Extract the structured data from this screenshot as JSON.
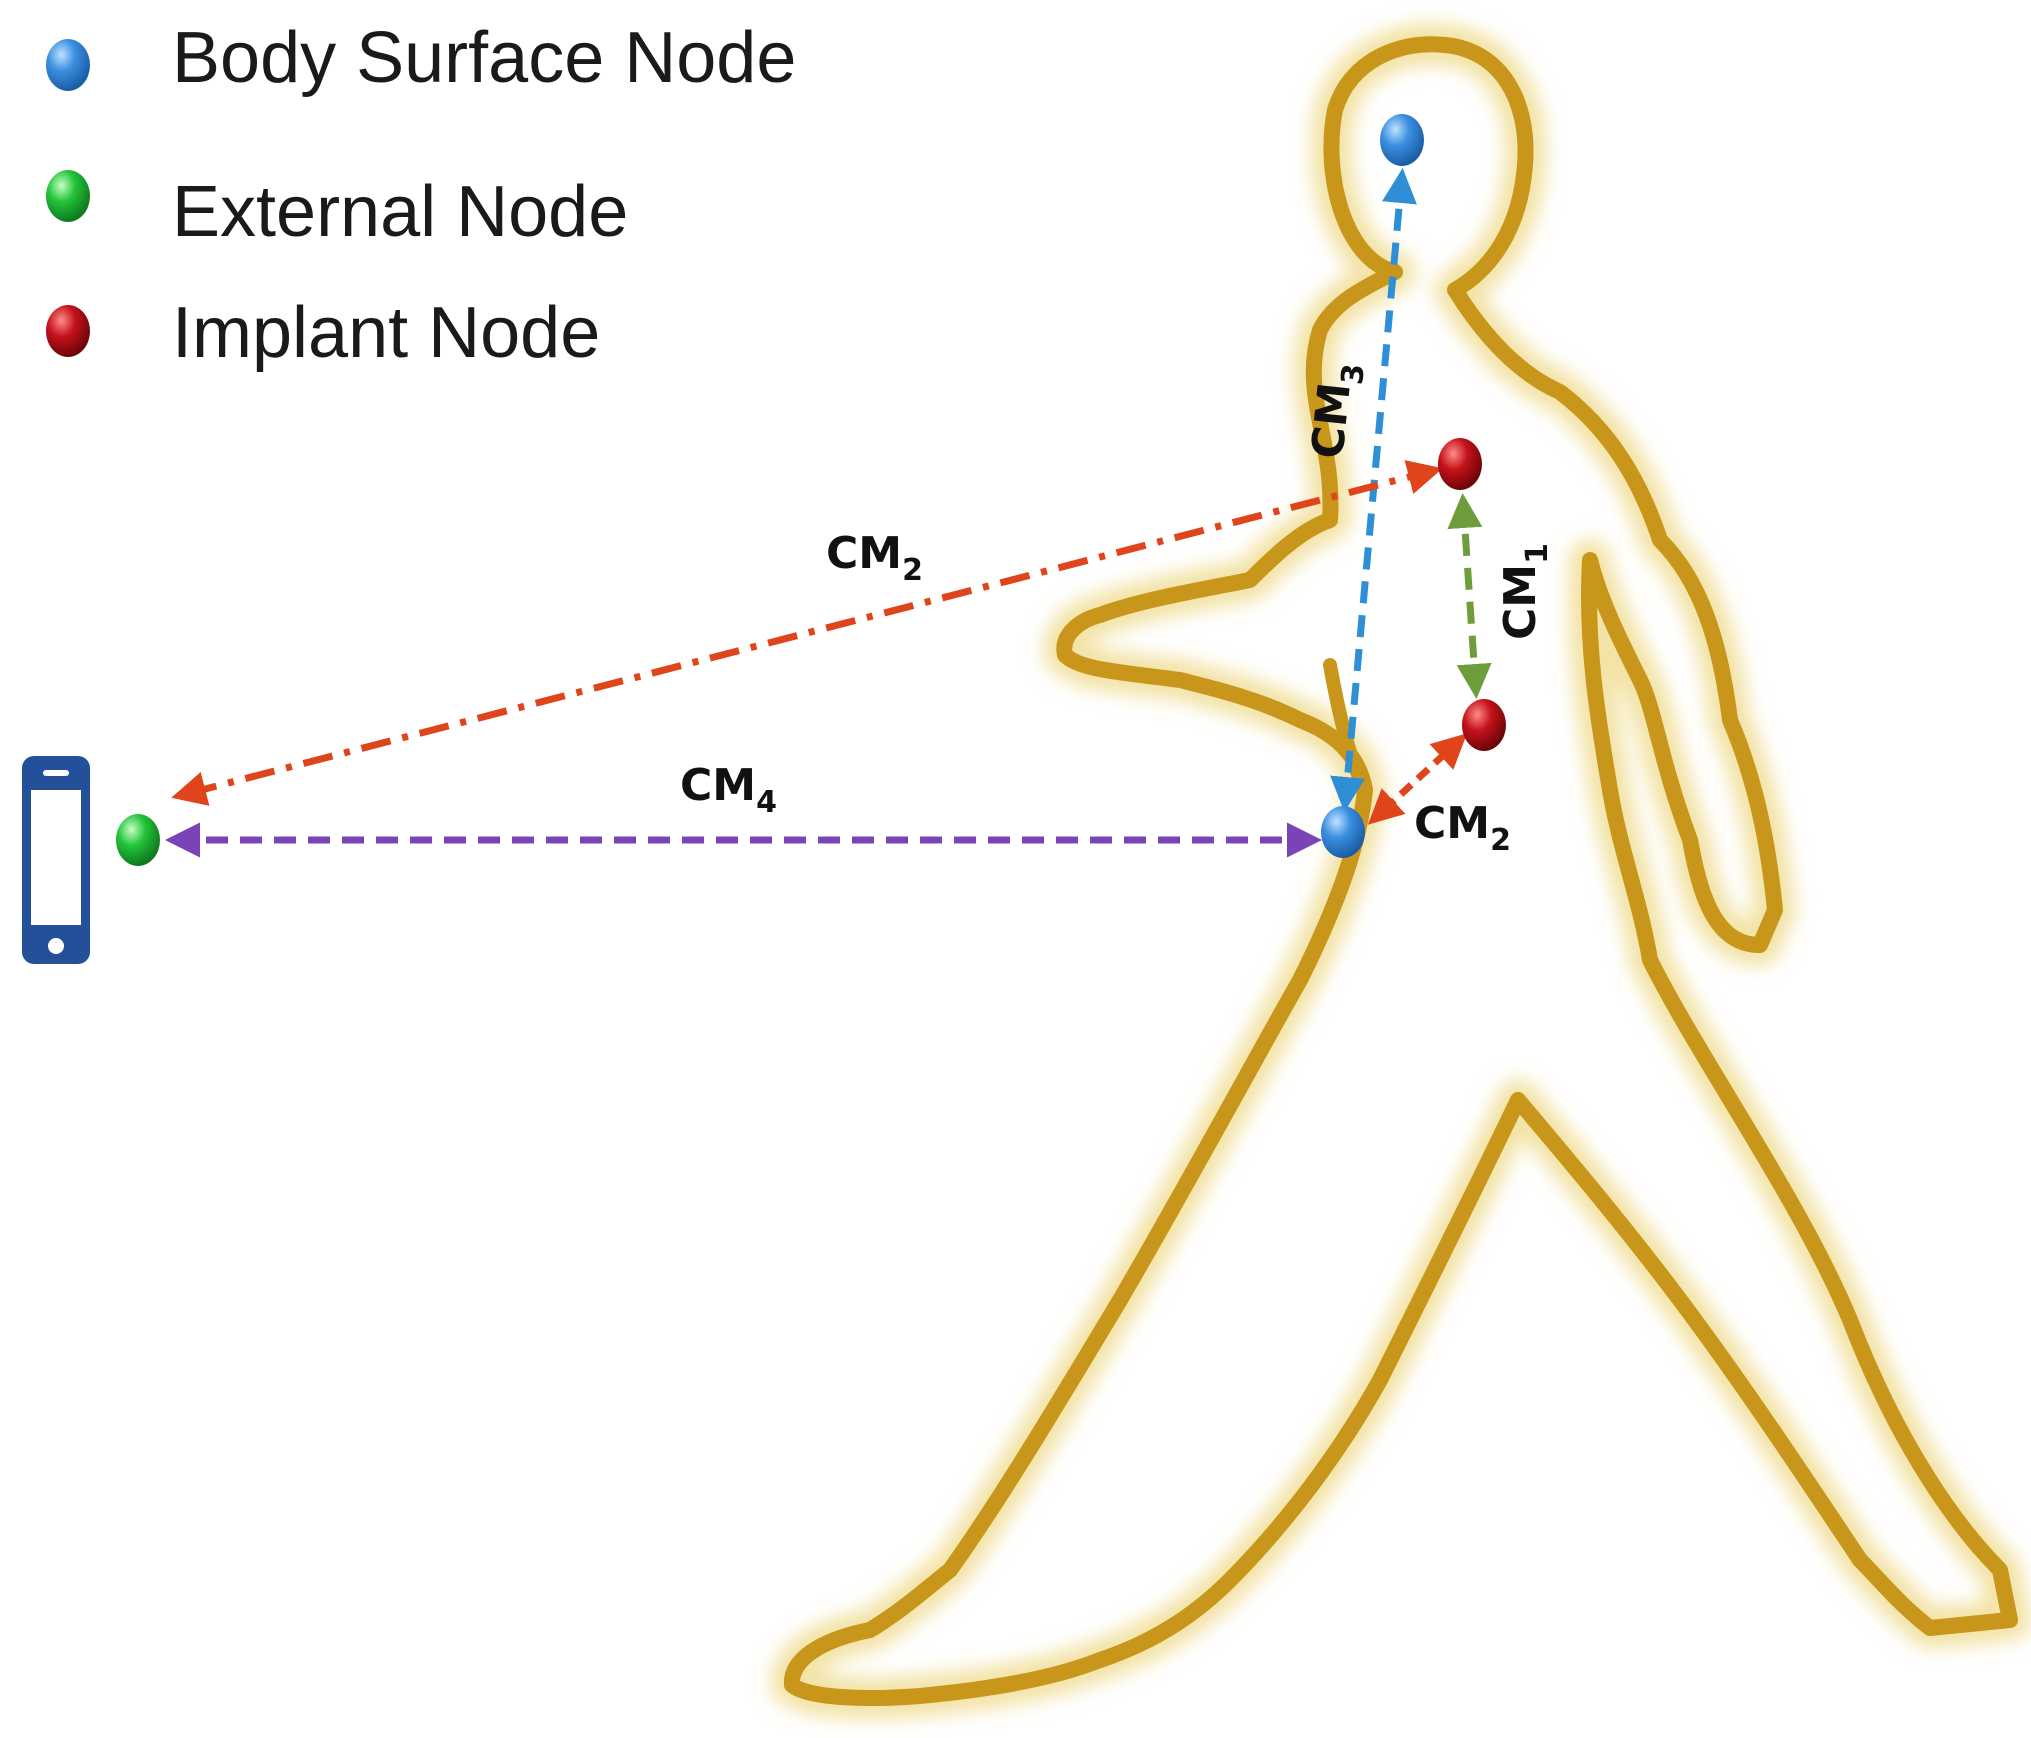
{
  "colors": {
    "body_outline": "#c8961a",
    "body_glow": "#f3e3a6",
    "surface_node": "#3b8fe0",
    "external_node": "#22c43a",
    "implant_node": "#c4121a",
    "cm1_link": "#6e9e3c",
    "cm2_link": "#e0441a",
    "cm3_link": "#2f8fd6",
    "cm4_link": "#7a43b8",
    "phone": "#24509a"
  },
  "legend": {
    "items": [
      {
        "label": "Body Surface Node",
        "icon": "blue-sphere",
        "kind": "surface"
      },
      {
        "label": "External Node",
        "icon": "green-sphere",
        "kind": "external"
      },
      {
        "label": "Implant Node",
        "icon": "red-sphere",
        "kind": "implant"
      }
    ]
  },
  "figure": {
    "device_icon": "smartphone-icon",
    "nodes": [
      {
        "id": "head",
        "kind": "surface"
      },
      {
        "id": "waist",
        "kind": "surface"
      },
      {
        "id": "implant_upper",
        "kind": "implant"
      },
      {
        "id": "implant_lower",
        "kind": "implant"
      },
      {
        "id": "phone_node",
        "kind": "external"
      }
    ],
    "links": [
      {
        "id": "cm1",
        "label": "CM",
        "sub": "1",
        "from": "implant_upper",
        "to": "implant_lower"
      },
      {
        "id": "cm2_long",
        "label": "CM",
        "sub": "2",
        "from": "implant_upper",
        "to": "phone"
      },
      {
        "id": "cm2_short",
        "label": "CM",
        "sub": "2",
        "from": "implant_lower",
        "to": "waist"
      },
      {
        "id": "cm3",
        "label": "CM",
        "sub": "3",
        "from": "head",
        "to": "waist"
      },
      {
        "id": "cm4",
        "label": "CM",
        "sub": "4",
        "from": "phone_node",
        "to": "waist"
      }
    ]
  }
}
